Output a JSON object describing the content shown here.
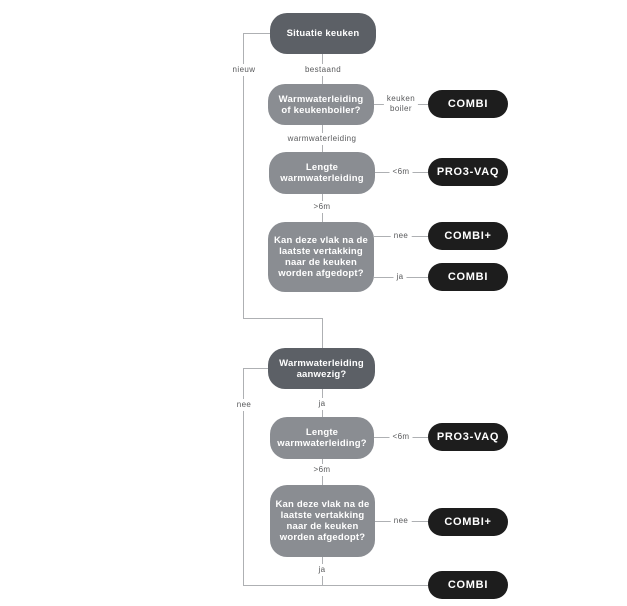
{
  "page": {
    "background": "#ffffff"
  },
  "colors": {
    "box_dark": "#5c6066",
    "box_medium": "#8a8d92",
    "pill_black": "#1d1d1d",
    "line": "#aeb0b3",
    "edge_label_text": "#58595b",
    "box_text": "#ffffff"
  },
  "flowchart": {
    "type": "decision-tree",
    "boxes": [
      {
        "lines": [
          "Situatie keuken"
        ]
      },
      {
        "lines": [
          "Warmwaterleiding",
          "of keukenboiler?"
        ]
      },
      {
        "lines": [
          "Lengte",
          "warmwaterleiding"
        ]
      },
      {
        "lines": [
          "Kan deze vlak na de",
          "laatste vertakking",
          "naar de keuken",
          "worden afgedopt?"
        ]
      },
      {
        "lines": [
          "Warmwaterleiding",
          "aanwezig?"
        ]
      },
      {
        "lines": [
          "Lengte",
          "warmwaterleiding?"
        ]
      },
      {
        "lines": [
          "Kan deze vlak na de",
          "laatste vertakking",
          "naar de keuken",
          "worden afgedopt?"
        ]
      }
    ],
    "pills": [
      {
        "label": "COMBI"
      },
      {
        "label": "PRO3-VAQ"
      },
      {
        "label": "COMBI+"
      },
      {
        "label": "COMBI"
      },
      {
        "label": "PRO3-VAQ"
      },
      {
        "label": "COMBI+"
      },
      {
        "label": "COMBI"
      }
    ],
    "edge_labels": {
      "nieuw": "nieuw",
      "bestaand": "bestaand",
      "keukenboiler_line1": "keuken",
      "keukenboiler_line2": "boiler",
      "warmwaterleiding": "warmwaterleiding",
      "lt6m_1": "<6m",
      "gt6m_1": ">6m",
      "nee_1": "nee",
      "ja_1": "ja",
      "nee_2": "nee",
      "ja_2": "ja",
      "lt6m_2": "<6m",
      "gt6m_2": ">6m",
      "nee_3": "nee",
      "ja_3": "ja"
    }
  }
}
